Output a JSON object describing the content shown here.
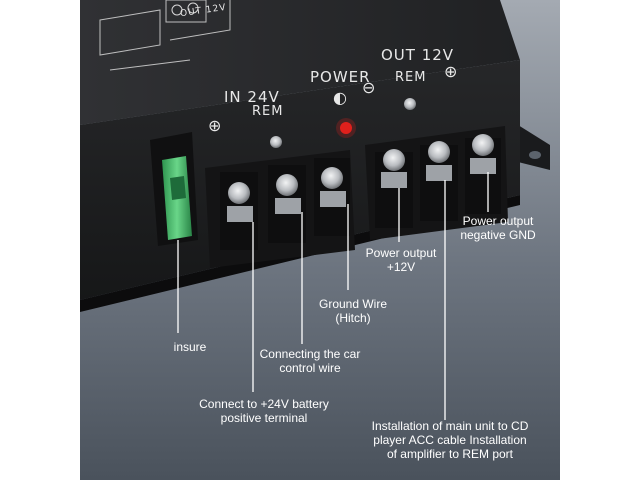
{
  "panel": {
    "in_label": "IN 24V",
    "power_label": "POWER",
    "out_label": "OUT 12V",
    "rem_left": "REM",
    "rem_right": "REM",
    "top_mini_label": "OUT 12V",
    "plus_symbol": "⊕",
    "minus_symbol": "⊖"
  },
  "callouts": {
    "fuse": "insure",
    "battery_positive": "Connect to +24V battery\npositive terminal",
    "car_control": "Connecting the car\ncontrol wire",
    "ground": "Ground Wire\n(Hitch)",
    "power_pos": "Power output\n+12V",
    "power_neg": "Power output\nnegative GND",
    "rem_port": "Installation of main unit to CD\nplayer  ACC cable Installation\nof amplifier to REM port"
  },
  "colors": {
    "background_gradient_top": "#9aa1ab",
    "background_gradient_bottom": "#4f5863",
    "device_body": "#1c1d1f",
    "terminal_block": "#151516",
    "screw_metal": "#c9ccd0",
    "led": "#e0201c",
    "fuse": "#3fbf6a",
    "callout_line": "#ffffff"
  }
}
